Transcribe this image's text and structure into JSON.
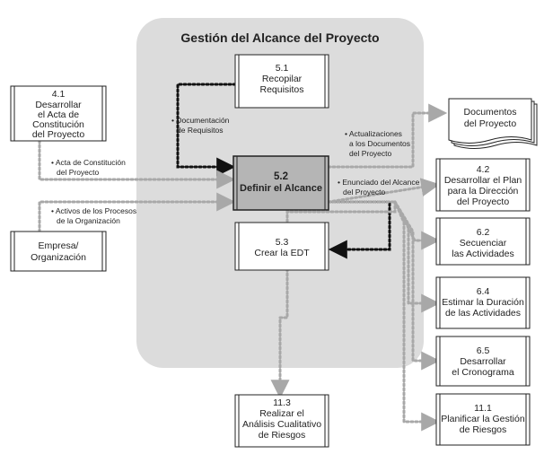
{
  "region_title": "Gestión del Alcance del Proyecto",
  "nodes": {
    "n41": {
      "num": "4.1",
      "lines": [
        "Desarrollar",
        "el Acta de",
        "Constitución",
        "del Proyecto"
      ]
    },
    "ext": {
      "num": "",
      "lines": [
        "Empresa/",
        "Organización"
      ]
    },
    "n51": {
      "num": "5.1",
      "lines": [
        "Recopilar",
        "Requisitos"
      ]
    },
    "n52": {
      "num": "5.2",
      "lines": [
        "Definir el Alcance"
      ]
    },
    "n53": {
      "num": "5.3",
      "lines": [
        "Crear la EDT"
      ]
    },
    "n113": {
      "num": "11.3",
      "lines": [
        "Realizar el",
        "Análisis Cualitativo",
        "de Riesgos"
      ]
    },
    "doc": {
      "num": "",
      "lines": [
        "Documentos",
        "del Proyecto"
      ]
    },
    "n42": {
      "num": "4.2",
      "lines": [
        "Desarrollar el Plan",
        "para la Dirección",
        "del Proyecto"
      ]
    },
    "n62": {
      "num": "6.2",
      "lines": [
        "Secuenciar",
        "las Actividades"
      ]
    },
    "n64": {
      "num": "6.4",
      "lines": [
        "Estimar la Duración",
        "de las Actividades"
      ]
    },
    "n65": {
      "num": "6.5",
      "lines": [
        "Desarrollar",
        "el Cronograma"
      ]
    },
    "n111": {
      "num": "11.1",
      "lines": [
        "Planificar la Gestión",
        "de Riesgos"
      ]
    }
  },
  "flow_labels": {
    "doc_req": [
      "• Documentación",
      "de Requisitos"
    ],
    "acta": [
      "• Acta de Constitución",
      "del Proyecto"
    ],
    "activos": [
      "• Activos de los Procesos",
      "de la Organización"
    ],
    "actualizaciones": [
      "• Actualizaciones",
      "a los Documentos",
      "del Proyecto"
    ],
    "enunciado": [
      "• Enunciado del Alcance",
      "del Proyecto"
    ]
  },
  "colors": {
    "region_fill": "#dcdcdc",
    "highlight_fill": "#b5b5b5",
    "box_fill": "#ffffff",
    "input_arrow": "#111111",
    "output_arrow": "#a8a8a8"
  }
}
